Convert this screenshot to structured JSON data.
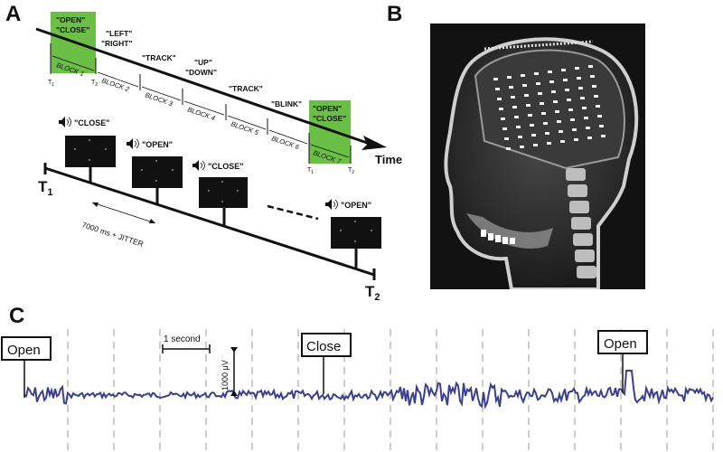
{
  "panels": {
    "a": "A",
    "b": "B",
    "c": "C"
  },
  "panel_a": {
    "timeline_label": "Time",
    "blocks": [
      "BLOCK 1",
      "BLOCK 2",
      "BLOCK 3",
      "BLOCK 4",
      "BLOCK 5",
      "BLOCK 6",
      "BLOCK 7"
    ],
    "cues": {
      "b1_line1": "\"OPEN\"",
      "b1_line2": "\"CLOSE\"",
      "b2_line1": "\"LEFT\"",
      "b2_line2": "\"RIGHT\"",
      "b3": "\"TRACK\"",
      "b4_line1": "\"UP\"",
      "b4_line2": "\"DOWN\"",
      "b5": "\"TRACK\"",
      "b6": "\"BLINK\"",
      "b7_line1": "\"OPEN\"",
      "b7_line2": "\"CLOSE\""
    },
    "t1_sub": "T",
    "t1_idx": "1",
    "t2_sub": "T",
    "t2_idx": "2",
    "trial_cues": [
      "\"CLOSE\"",
      "\"OPEN\"",
      "\"CLOSE\"",
      "\"OPEN\""
    ],
    "big_t1": "T",
    "big_t1_idx": "1",
    "big_t2": "T",
    "big_t2_idx": "2",
    "interval_label": "7000 ms + JITTER"
  },
  "panel_c": {
    "events": [
      "Open",
      "Close",
      "Open"
    ],
    "time_scale": "1 second",
    "amp_scale": "1000 μV"
  },
  "colors": {
    "green_box": "#6cbf45",
    "eeg_trace": "#3b3f8f",
    "grid_dash": "#9a9a9a"
  }
}
